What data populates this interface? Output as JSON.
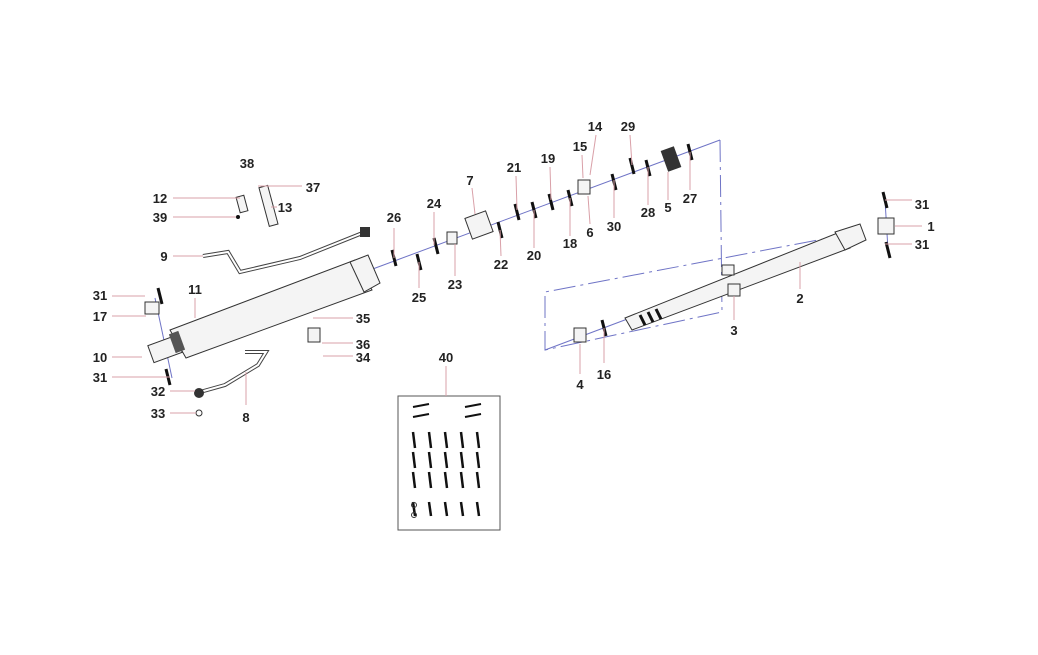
{
  "diagram": {
    "type": "exploded parts diagram",
    "callouts": [
      "38",
      "37",
      "12",
      "13",
      "39",
      "9",
      "31",
      "11",
      "17",
      "10",
      "31",
      "35",
      "36",
      "34",
      "32",
      "33",
      "8",
      "40",
      "26",
      "24",
      "7",
      "25",
      "23",
      "22",
      "21",
      "20",
      "19",
      "18",
      "15",
      "14",
      "6",
      "30",
      "29",
      "28",
      "5",
      "27",
      "31",
      "1",
      "31",
      "2",
      "3",
      "4",
      "16"
    ]
  }
}
